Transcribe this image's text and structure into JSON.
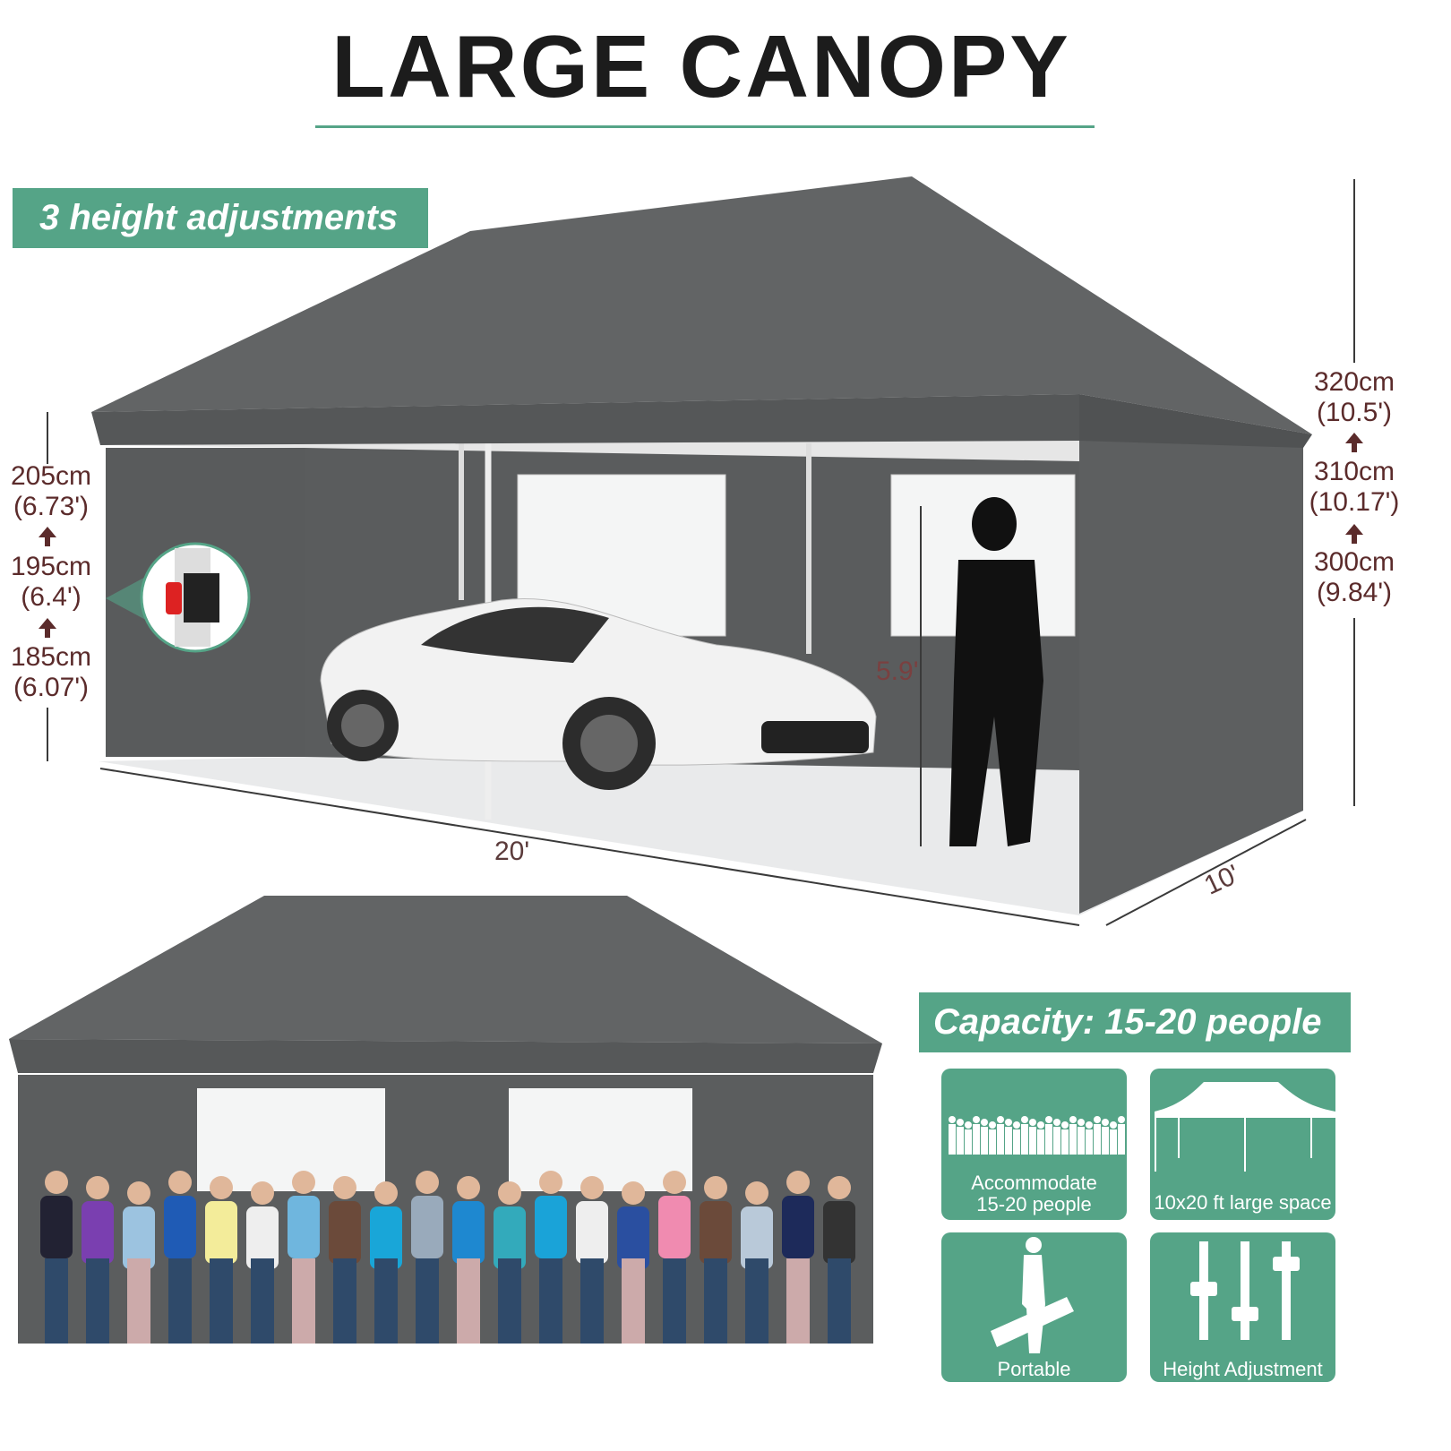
{
  "title": "LARGE CANOPY",
  "height_banner": "3 height adjustments",
  "left_heights": [
    {
      "cm": "205cm",
      "ft": "(6.73')"
    },
    {
      "cm": "195cm",
      "ft": "(6.4')"
    },
    {
      "cm": "185cm",
      "ft": "(6.07')"
    }
  ],
  "right_heights": [
    {
      "cm": "320cm",
      "ft": "(10.5')"
    },
    {
      "cm": "310cm",
      "ft": "(10.17')"
    },
    {
      "cm": "300cm",
      "ft": "(9.84')"
    }
  ],
  "measurements": {
    "length": "20'",
    "width": "10'",
    "person_height": "5.9'"
  },
  "capacity_banner": "Capacity: 15-20 people",
  "features": [
    {
      "icon": "crowd-icon",
      "line1": "Accommodate",
      "line2": "15-20 people"
    },
    {
      "icon": "canopy-icon",
      "line1": "10x20 ft large space"
    },
    {
      "icon": "carrying-person-icon",
      "line1": "Portable"
    },
    {
      "icon": "height-adjust-icon",
      "line1": "Height Adjustment"
    }
  ],
  "colors": {
    "accent": "#55a487",
    "canopy": "#5e6061",
    "dimension_text": "#5b2b2b"
  }
}
